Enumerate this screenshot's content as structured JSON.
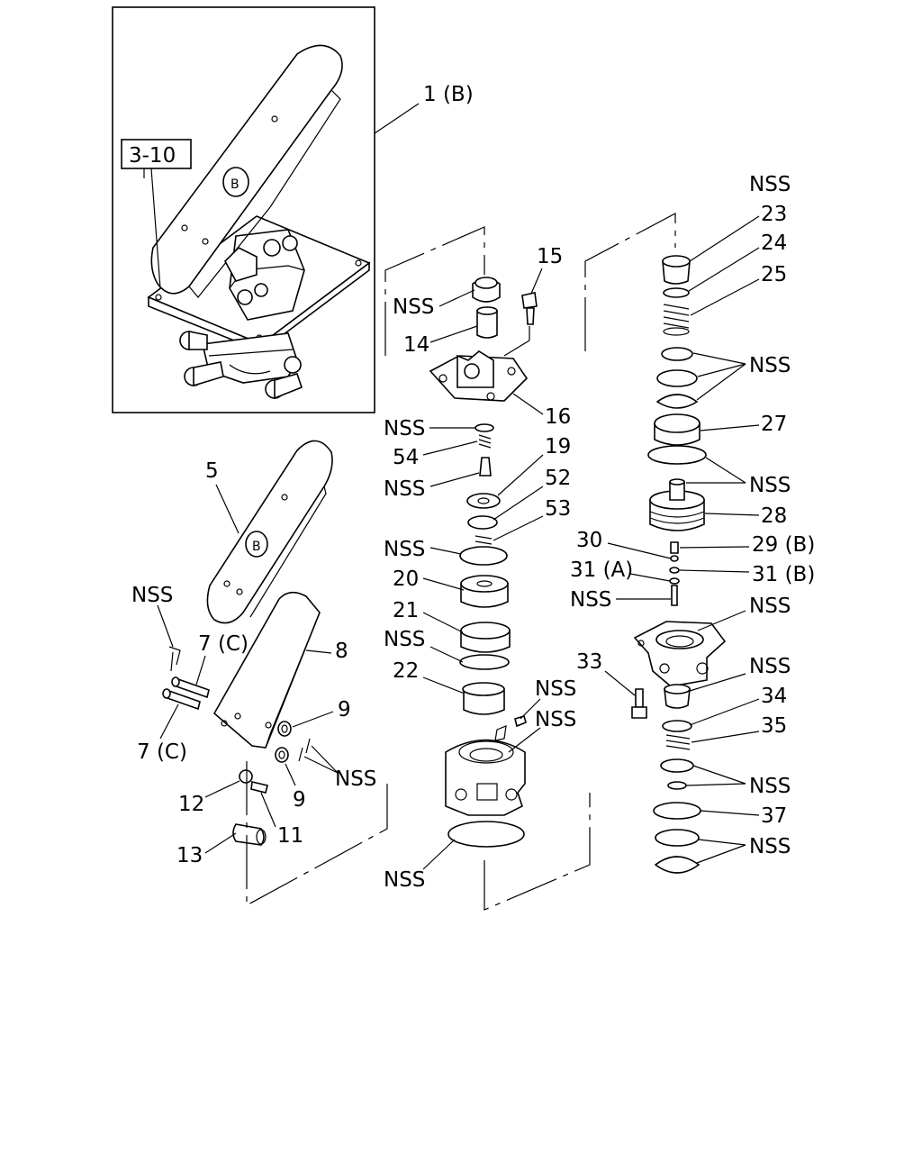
{
  "title_ref": "3-10",
  "callouts": {
    "c1B": "1 (B)",
    "c5": "5",
    "c7C_top": "7 (C)",
    "c7C_bot": "7 (C)",
    "c8": "8",
    "c9_top": "9",
    "c9_bot": "9",
    "c11": "11",
    "c12": "12",
    "c13": "13",
    "c14": "14",
    "c15": "15",
    "c16": "16",
    "c19": "19",
    "c20": "20",
    "c21": "21",
    "c22": "22",
    "c23": "23",
    "c24": "24",
    "c25": "25",
    "c27": "27",
    "c28": "28",
    "c29B": "29 (B)",
    "c30": "30",
    "c31A": "31 (A)",
    "c31B": "31 (B)",
    "c33": "33",
    "c34": "34",
    "c35": "35",
    "c37": "37",
    "c52": "52",
    "c53": "53",
    "c54": "54"
  },
  "nss": "NSS",
  "pedal_badge": "B"
}
